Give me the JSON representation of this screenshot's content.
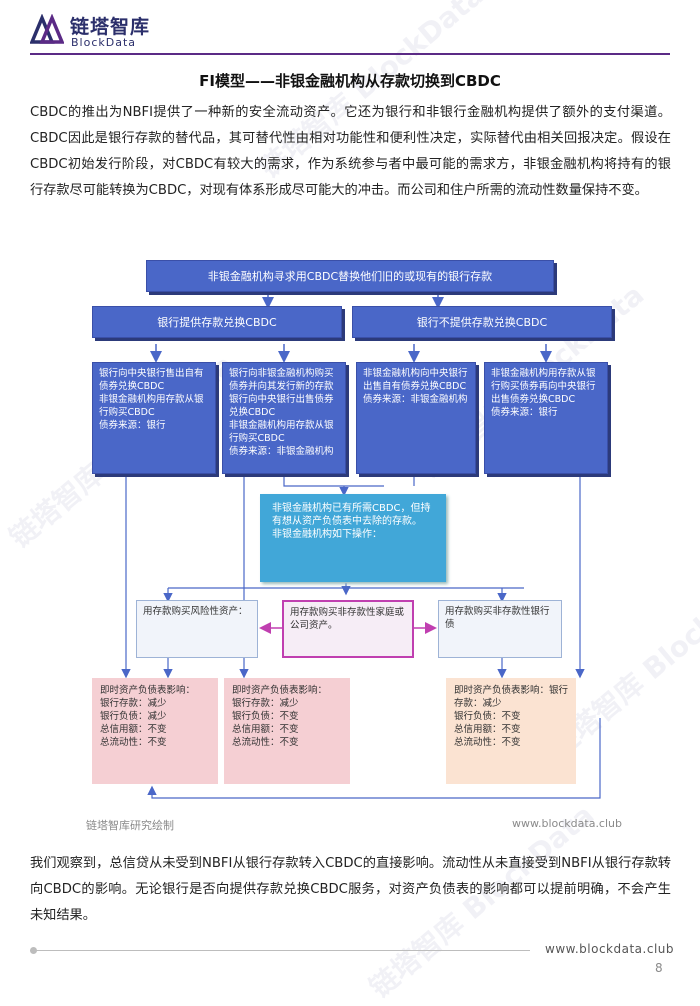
{
  "header": {
    "logo_cn": "链塔智库",
    "logo_en": "BlockData"
  },
  "title": "FI模型——非银金融机构从存款切换到CBDC",
  "paragraph1": "CBDC的推出为NBFI提供了一种新的安全流动资产。它还为银行和非银行金融机构提供了额外的支付渠道。 CBDC因此是银行存款的替代品，其可替代性由相对功能性和便利性决定，实际替代由相关回报决定。假设在CBDC初始发行阶段，对CBDC有较大的需求，作为系统参与者中最可能的需求方，非银金融机构将持有的银行存款尽可能转换为CBDC，对现有体系形成尽可能大的冲击。而公司和住户所需的流动性数量保持不变。",
  "diagram": {
    "top": "非银金融机构寻求用CBDC替换他们旧的或现有的银行存款",
    "left_header": "银行提供存款兑换CBDC",
    "right_header": "银行不提供存款兑换CBDC",
    "box1": "银行向中央银行售出自有债券兑换CBDC\n非银金融机构用存款从银行购买CBDC\n债券来源：银行",
    "box2": "银行向非银金融机构购买债券并向其发行新的存款\n银行向中央银行出售债券兑换CBDC\n非银金融机构用存款从银行购买CBDC\n债券来源：非银金融机构",
    "box3": "非银金融机构向中央银行出售自有债券兑换CBDC\n债券来源：非银金融机构",
    "box4": "非银金融机构用存款从银行购买债券再向中央银行出售债券兑换CBDC\n债券来源：银行",
    "center": "非银金融机构已有所需CBDC，但持有想从资产负债表中去除的存款。\n非银金融机构如下操作：",
    "opt_left": "用存款购买风险性资产：",
    "opt_mid": "用存款购买非存款性家庭或公司资产。",
    "opt_right": "用存款购买非存款性银行债",
    "impact1": "即时资产负债表影响：\n银行存款：减少\n银行负债：减少\n总信用额：不变\n总流动性：不变",
    "impact2": "即时资产负债表影响：\n银行存款：减少\n银行负债：不变\n总信用额：不变\n总流动性：不变",
    "impact3": "即时资产负债表影响：银行存款：减少\n银行负债：不变\n总信用额：不变\n总流动性：不变",
    "credit": "链塔智库研究绘制",
    "url": "www.blockdata.club"
  },
  "paragraph2": "我们观察到，总信贷从未受到NBFI从银行存款转入CBDC的直接影响。流动性从未直接受到NBFI从银行存款转向CBDC的影响。无论银行是否向提供存款兑换CBDC服务，对资产负债表的影响都可以提前明确，不会产生未知结果。",
  "footer": {
    "url": "www.blockdata.club",
    "page": "8"
  },
  "colors": {
    "accent": "#5b2a86",
    "box_blue": "#4a67c8",
    "box_teal": "#41a7d8",
    "box_pink": "#f5cfd3",
    "box_peach": "#fbe3d2",
    "highlight_border": "#c03fb0"
  }
}
